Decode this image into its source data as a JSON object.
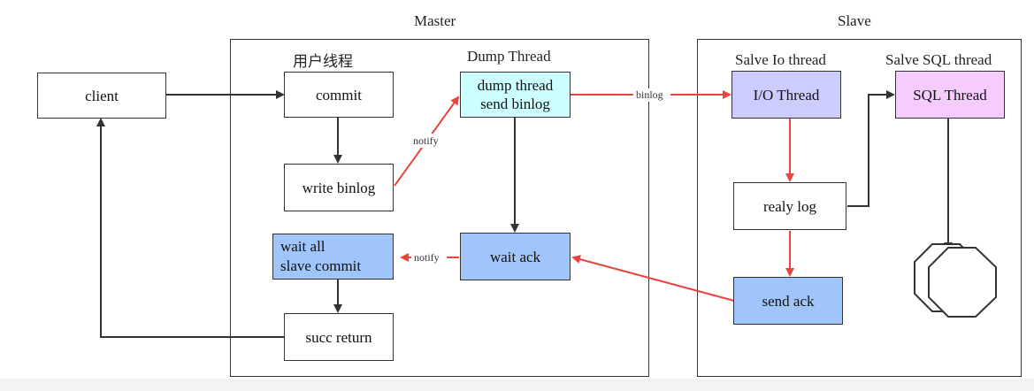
{
  "sections": {
    "master": "Master",
    "slave": "Slave"
  },
  "columns": {
    "user_thread": "用户线程",
    "dump_thread": "Dump Thread",
    "io_thread": "Salve Io thread",
    "sql_thread": "Salve SQL thread"
  },
  "nodes": {
    "client": "client",
    "commit": "commit",
    "write_binlog": "write binlog",
    "wait_all_slave_commit": "wait all\nslave commit",
    "succ_return": "succ return",
    "dump_send_binlog": "dump thread\nsend binlog",
    "wait_ack": "wait ack",
    "io_thread": "I/O Thread",
    "sql_thread": "SQL Thread",
    "relay_log": "realy log",
    "send_ack": "send ack"
  },
  "edge_labels": {
    "notify_1": "notify",
    "notify_2": "notify",
    "binlog": "binlog"
  },
  "colors": {
    "cyan_fill": "#ccffff",
    "blue_fill": "#9fc5fb",
    "purple_fill": "#ccccff",
    "pink_fill": "#f6ccff",
    "red_arrow": "#e8453c",
    "black_arrow": "#333333"
  }
}
